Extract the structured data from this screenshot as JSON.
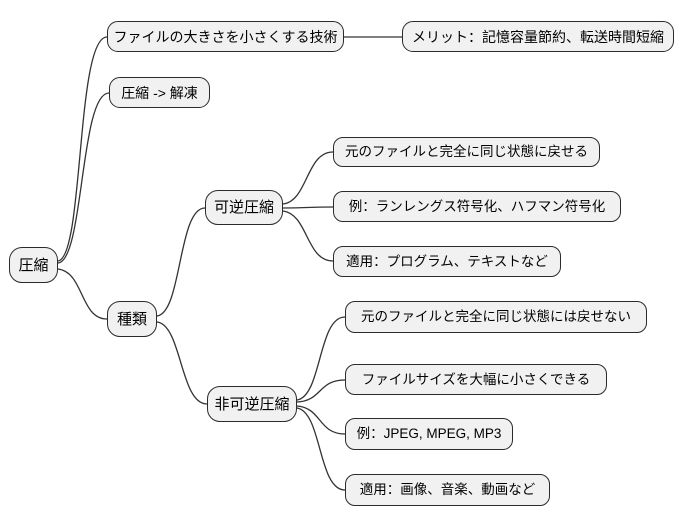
{
  "diagram": {
    "type": "mindmap",
    "topic": "compression",
    "colors": {
      "background": "#ffffff",
      "node_fill": "#f1f1f1",
      "node_border": "#2b2b2b",
      "edge": "#333333",
      "text": "#000000"
    },
    "root": {
      "label": "圧縮",
      "children": [
        {
          "label": "ファイルの大きさを小さくする技術",
          "children": [
            {
              "label": "メリット：記憶容量節約、転送時間短縮",
              "children": []
            }
          ]
        },
        {
          "label": "圧縮 -> 解凍",
          "children": []
        },
        {
          "label": "種類",
          "children": [
            {
              "label": "可逆圧縮",
              "children": [
                {
                  "label": "元のファイルと完全に同じ状態に戻せる",
                  "children": []
                },
                {
                  "label": "例：ランレングス符号化、ハフマン符号化",
                  "children": []
                },
                {
                  "label": "適用：プログラム、テキストなど",
                  "children": []
                }
              ]
            },
            {
              "label": "非可逆圧縮",
              "children": [
                {
                  "label": "元のファイルと完全に同じ状態には戻せない",
                  "children": []
                },
                {
                  "label": "ファイルサイズを大幅に小さくできる",
                  "children": []
                },
                {
                  "label": "例：JPEG, MPEG, MP3",
                  "children": []
                },
                {
                  "label": "適用：画像、音楽、動画など",
                  "children": []
                }
              ]
            }
          ]
        }
      ]
    }
  }
}
